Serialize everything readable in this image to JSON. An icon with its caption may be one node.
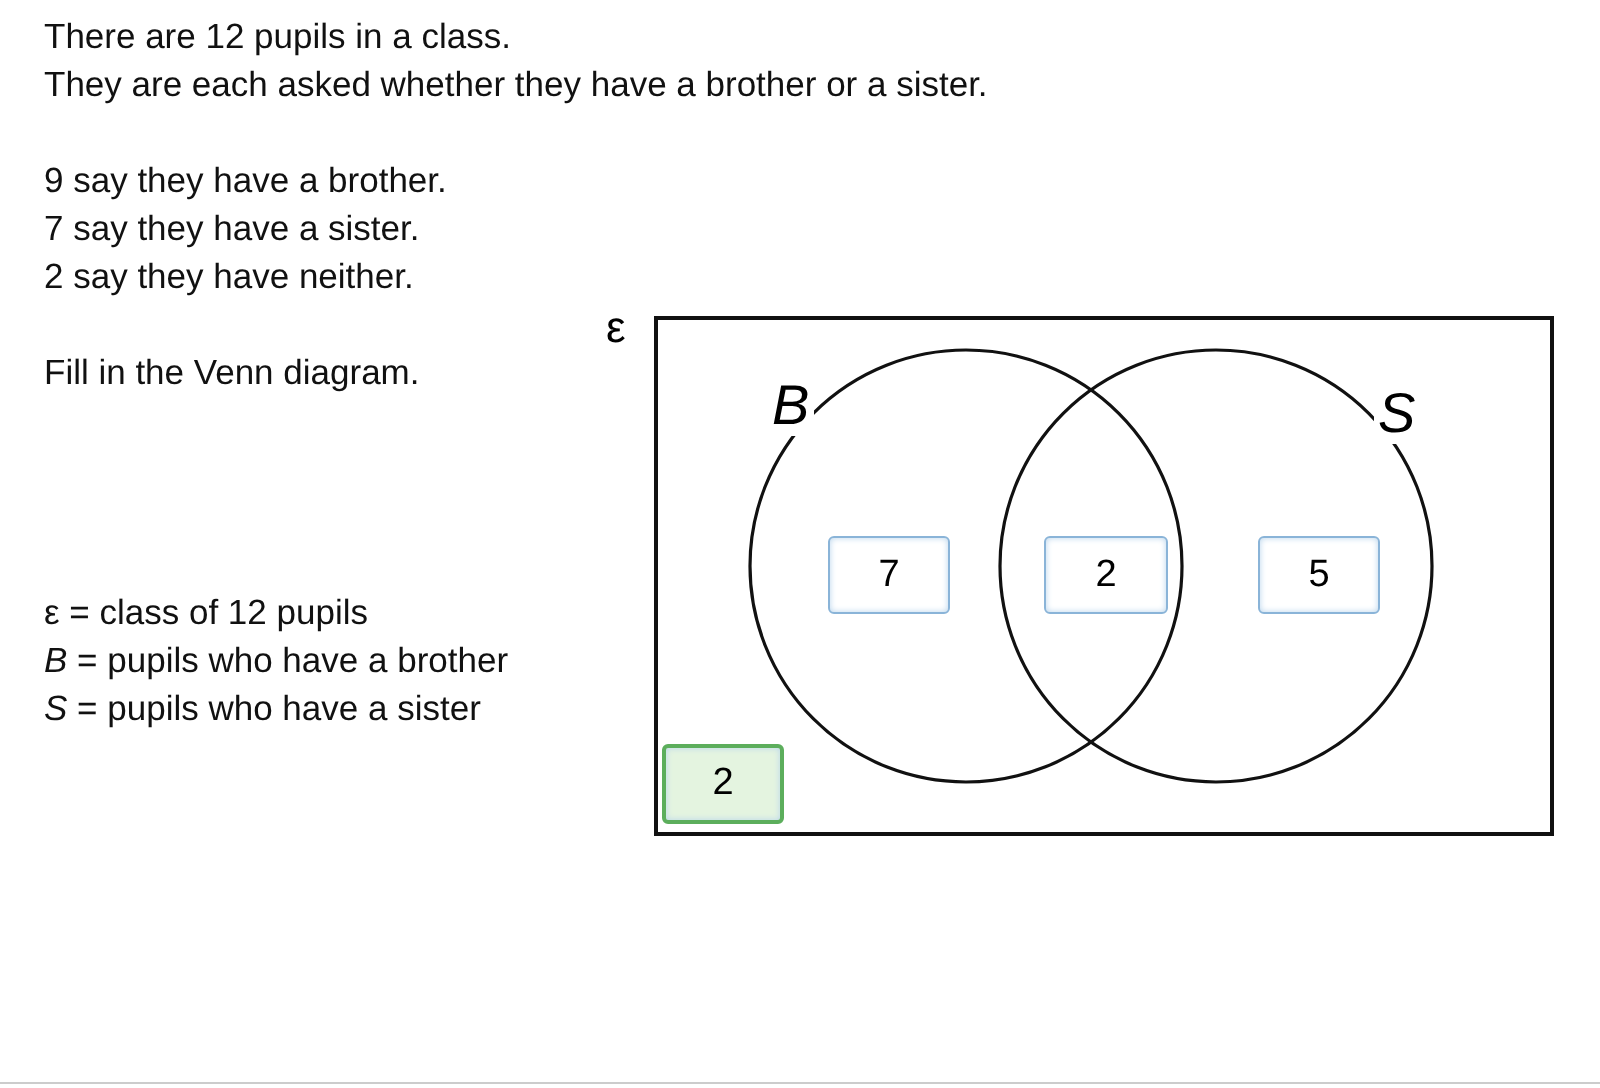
{
  "diagram": {
    "nodes": [
      {
        "text": [
          "ε"
        ]
      },
      {
        "text": [
          "B"
        ],
        "in": 0
      },
      {
        "text": [
          "S"
        ],
        "in": 0
      },
      {
        "text": [
          "7"
        ],
        "in": 1
      },
      {
        "text": [
          "2"
        ]
      },
      {
        "text": [
          "5"
        ],
        "in": 2
      },
      {
        "text": [
          "2"
        ],
        "in": 0
      }
    ],
    "labels": [
      "There are 12 pupils in a class.",
      "They are each asked whether they have a brother or a sister.",
      "9 say they have a brother.",
      "7 say they have a sister.",
      "2 say they have neither.",
      "Fill in the Venn diagram.",
      "ε = class of 12 pupils",
      "*B* = pupils who have a brother",
      "*S* = pupils who have a sister"
    ]
  }
}
